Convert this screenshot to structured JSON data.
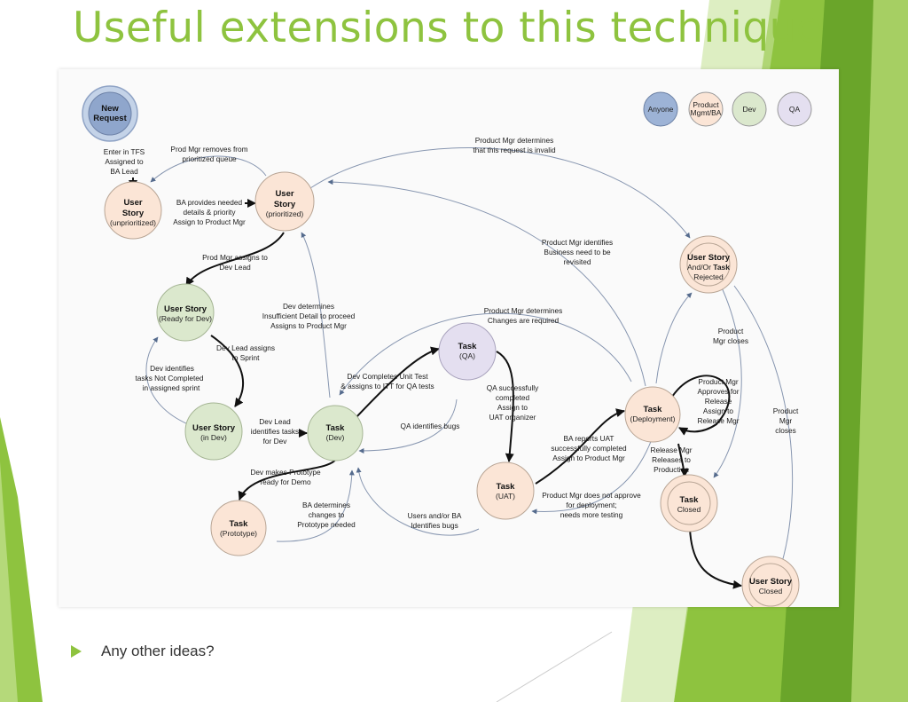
{
  "slide": {
    "title": "Useful extensions to this technique",
    "bullets": [
      "Any other ideas?"
    ]
  },
  "colors": {
    "title": "#8ec33f",
    "accent_green": "#8ec33f",
    "anyone_fill": "#9db3d6",
    "product_fill": "#fbe5d6",
    "dev_fill": "#dbe8cd",
    "qa_fill": "#e4dff0"
  },
  "legend": [
    {
      "label": "Anyone",
      "role": "anyone"
    },
    {
      "label": "Product Mgmt/BA",
      "role": "product"
    },
    {
      "label": "Dev",
      "role": "dev"
    },
    {
      "label": "QA",
      "role": "qa"
    }
  ],
  "nodes": [
    {
      "id": "new-request",
      "title": "New Request",
      "sub": "",
      "role": "anyone"
    },
    {
      "id": "us-unprioritized",
      "title": "User Story",
      "sub": "(unprioritized)",
      "role": "product"
    },
    {
      "id": "us-prioritized",
      "title": "User Story",
      "sub": "(prioritized)",
      "role": "product"
    },
    {
      "id": "us-ready",
      "title": "User Story",
      "sub": "(Ready for Dev)",
      "role": "dev"
    },
    {
      "id": "us-indev",
      "title": "User Story",
      "sub": "(in Dev)",
      "role": "dev"
    },
    {
      "id": "task-dev",
      "title": "Task",
      "sub": "(Dev)",
      "role": "dev"
    },
    {
      "id": "task-prototype",
      "title": "Task",
      "sub": "(Prototype)",
      "role": "product"
    },
    {
      "id": "task-qa",
      "title": "Task",
      "sub": "(QA)",
      "role": "qa"
    },
    {
      "id": "task-uat",
      "title": "Task",
      "sub": "(UAT)",
      "role": "product"
    },
    {
      "id": "task-deployment",
      "title": "Task",
      "sub": "(Deployment)",
      "role": "product"
    },
    {
      "id": "task-closed",
      "title": "Task",
      "sub": "Closed",
      "role": "product"
    },
    {
      "id": "us-rejected",
      "title": "User Story And/Or Task",
      "sub": "Rejected",
      "role": "product"
    },
    {
      "id": "us-closed",
      "title": "User Story",
      "sub": "Closed",
      "role": "product"
    }
  ],
  "edge_labels": [
    {
      "id": "enter-tfs",
      "text": "Enter in TFS Assigned to BA Lead"
    },
    {
      "id": "prod-removes",
      "text": "Prod Mgr removes from prioritized queue"
    },
    {
      "id": "ba-provides",
      "text": "BA provides needed details & priority Assign to Product Mgr"
    },
    {
      "id": "pm-invalid",
      "text": "Product Mgr determines that this request is invalid"
    },
    {
      "id": "pm-revisited",
      "text": "Product Mgr identifies Business need to be revisited"
    },
    {
      "id": "prod-assigns",
      "text": "Prod Mgr assigns to Dev Lead"
    },
    {
      "id": "dev-insufficient",
      "text": "Dev determines Insufficient Detail to proceed Assigns to Product Mgr"
    },
    {
      "id": "pm-changes",
      "text": "Product Mgr determines Changes are required"
    },
    {
      "id": "dev-lead-sprint",
      "text": "Dev Lead assigns to Sprint"
    },
    {
      "id": "dev-not-completed",
      "text": "Dev identifies tasks Not Completed in assigned sprint"
    },
    {
      "id": "dev-completes",
      "text": "Dev Completes Unit Test & assigns to ITT for QA tests"
    },
    {
      "id": "dev-lead-tasks",
      "text": "Dev Lead identifies tasks for Dev"
    },
    {
      "id": "qa-bugs",
      "text": "QA identifies bugs"
    },
    {
      "id": "qa-success",
      "text": "QA successfully completed Assign to UAT organizer"
    },
    {
      "id": "dev-prototype",
      "text": "Dev makes Prototype ready for Demo"
    },
    {
      "id": "ba-changes",
      "text": "BA determines changes to Prototype needed"
    },
    {
      "id": "users-bugs",
      "text": "Users and/or BA Identifies bugs"
    },
    {
      "id": "ba-uat",
      "text": "BA reports UAT successfully completed Assign to Product Mgr"
    },
    {
      "id": "pm-not-approve",
      "text": "Product Mgr does not approve for deployment; needs more testing"
    },
    {
      "id": "release-approves",
      "text": "Product Mgr Approves for Release Assign to Release Mgr"
    },
    {
      "id": "release-production",
      "text": "Release Mgr Releases to Production"
    },
    {
      "id": "pm-closes",
      "text": "Product Mgr closes"
    },
    {
      "id": "pm-closes-2",
      "text": "Product Mgr closes"
    }
  ]
}
